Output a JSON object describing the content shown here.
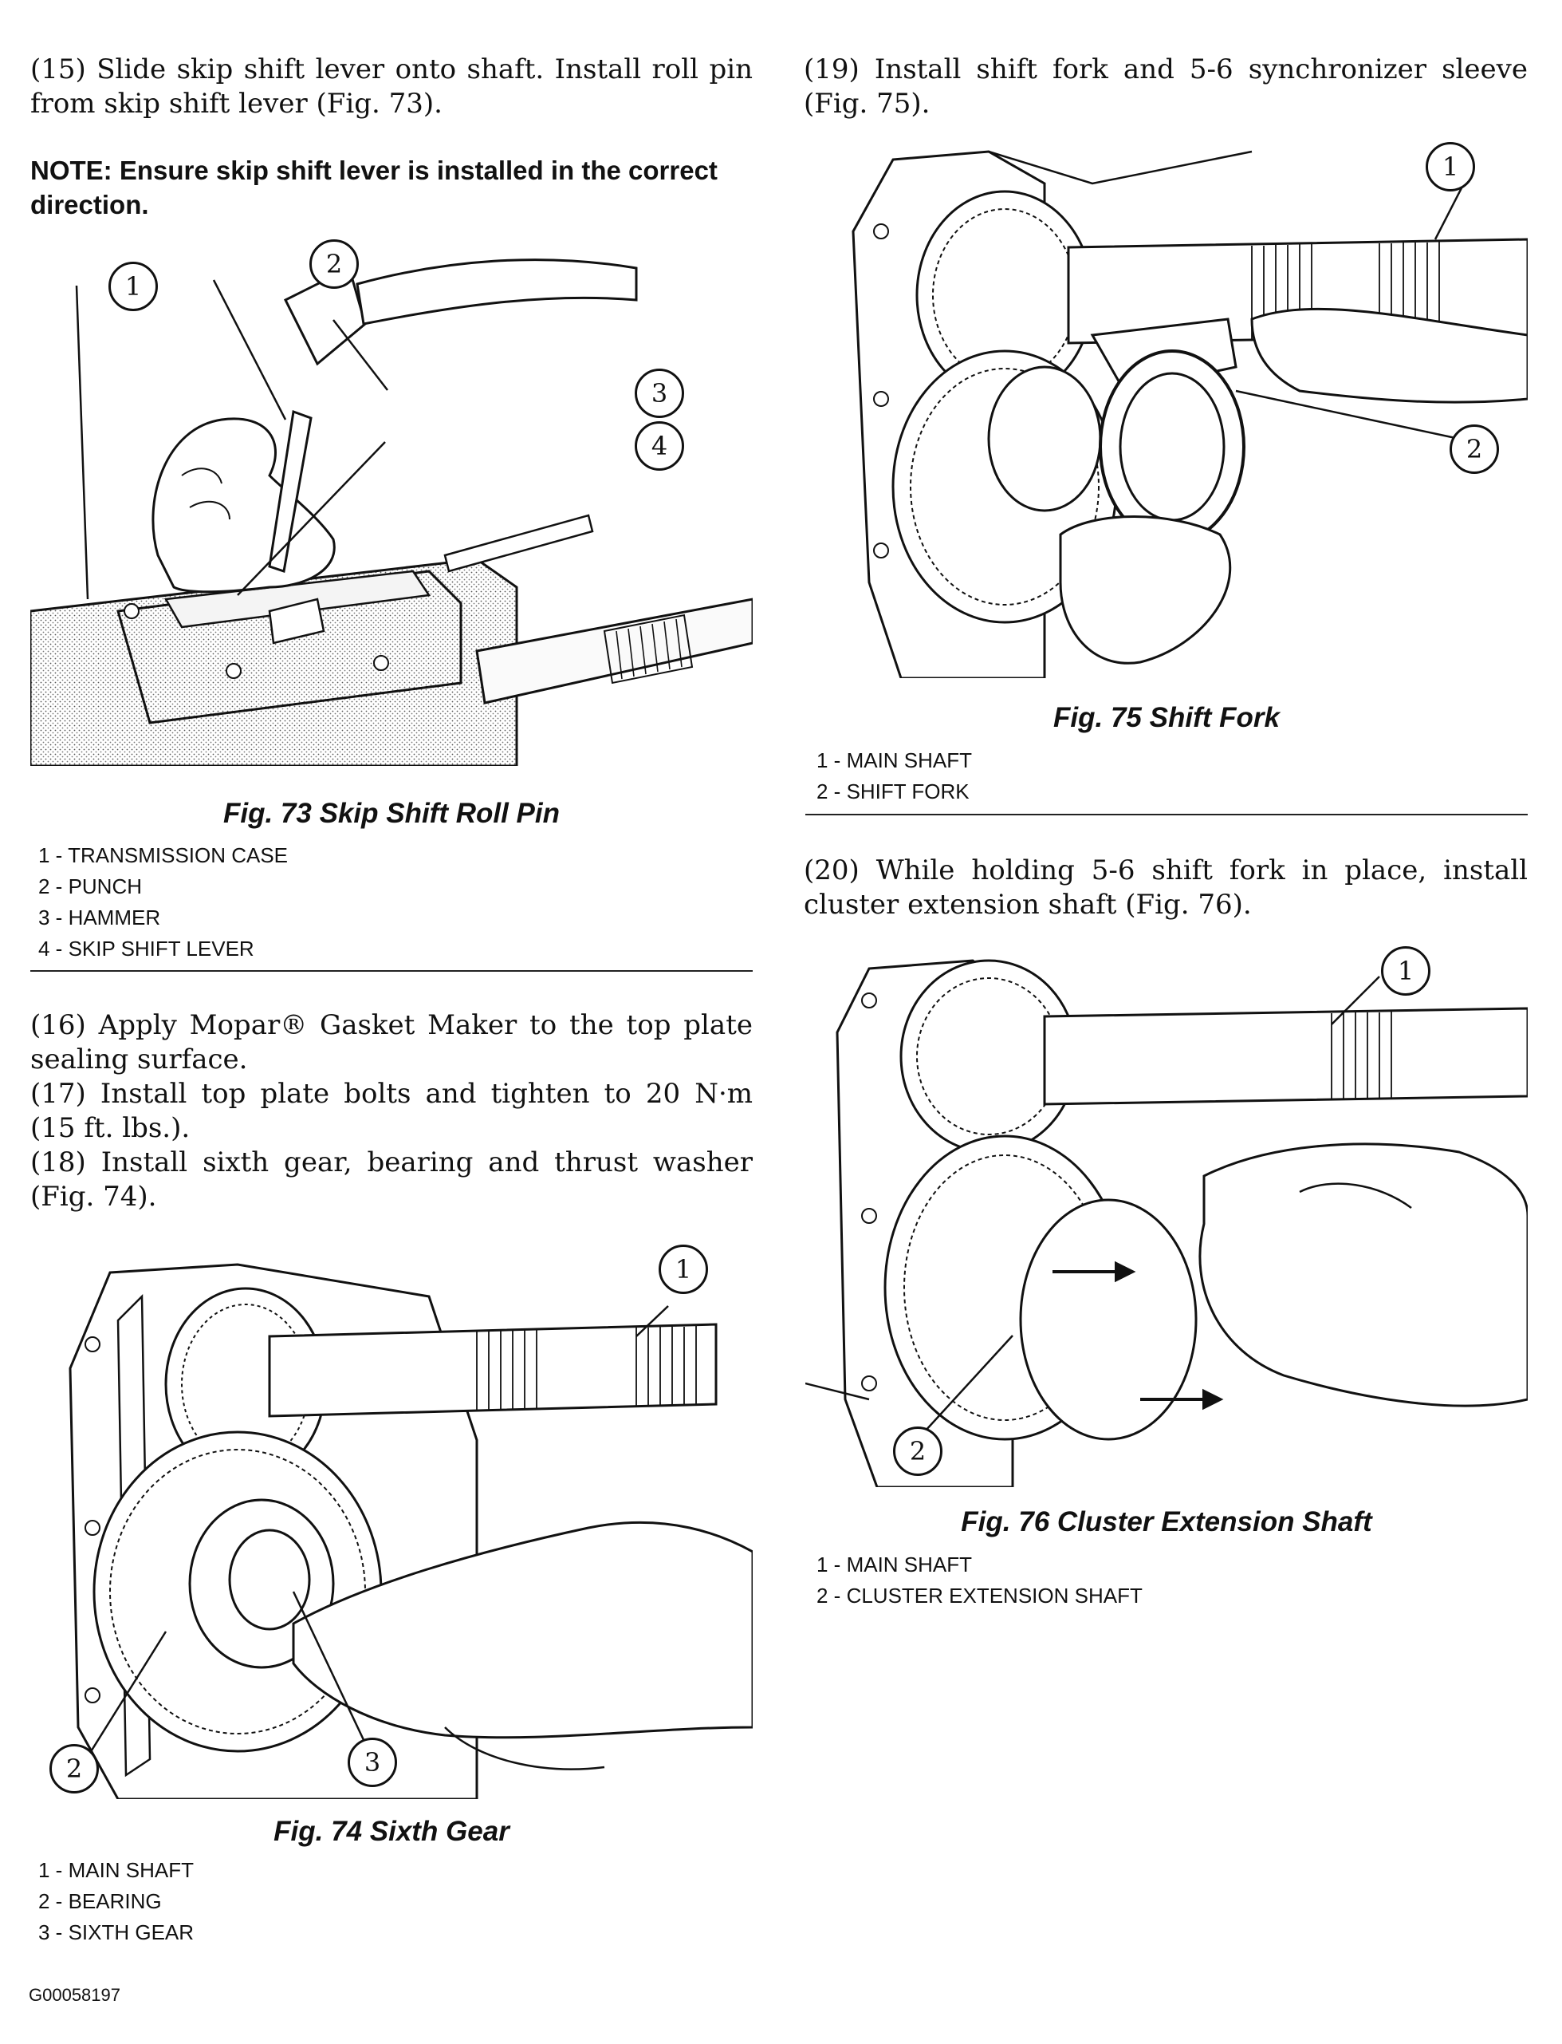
{
  "left_column": {
    "step15": "(15) Slide skip shift lever onto shaft. Install roll pin from skip shift lever (Fig. 73).",
    "note": "NOTE: Ensure skip shift lever is installed in the correct direction.",
    "fig73": {
      "caption": "Fig. 73 Skip Shift Roll Pin",
      "callouts": [
        "1",
        "2",
        "3",
        "4"
      ],
      "legend": [
        "1 - TRANSMISSION CASE",
        "2 - PUNCH",
        "3 - HAMMER",
        "4 - SKIP SHIFT LEVER"
      ]
    },
    "step16": "(16) Apply Mopar® Gasket Maker to the top plate sealing surface.",
    "step17": "(17) Install top plate bolts and tighten to 20 N·m (15 ft. lbs.).",
    "step18": "(18) Install sixth gear, bearing and thrust washer (Fig. 74).",
    "fig74": {
      "caption": "Fig. 74 Sixth Gear",
      "callouts": [
        "1",
        "2",
        "3"
      ],
      "legend": [
        "1 - MAIN SHAFT",
        "2 - BEARING",
        "3 - SIXTH GEAR"
      ]
    },
    "code": "G00058197"
  },
  "right_column": {
    "step19": "(19) Install shift fork and 5-6 synchronizer sleeve (Fig. 75).",
    "fig75": {
      "caption": "Fig. 75 Shift Fork",
      "callouts": [
        "1",
        "2"
      ],
      "legend": [
        "1 - MAIN SHAFT",
        "2 - SHIFT FORK"
      ]
    },
    "step20": "(20) While holding 5-6 shift fork in place, install cluster extension shaft (Fig. 76).",
    "fig76": {
      "caption": "Fig. 76 Cluster Extension Shaft",
      "callouts": [
        "1",
        "2"
      ],
      "legend": [
        "1 - MAIN SHAFT",
        "2 - CLUSTER EXTENSION SHAFT"
      ]
    }
  }
}
